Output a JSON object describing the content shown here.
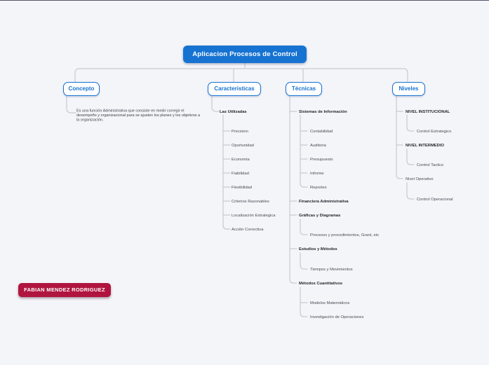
{
  "root": {
    "label": "Aplicacion Procesos de Control"
  },
  "author": {
    "label": "FABIAN MENDEZ RODRIGUEZ"
  },
  "colors": {
    "accent_blue": "#1673d2",
    "author_red": "#b0153f",
    "line_gray": "#c8c9d3",
    "background": "#f4f5f9"
  },
  "branches": [
    {
      "label": "Concepto",
      "description": "Es una función Administrativa que consiste en medir corregir el desempeño y organizacional para se ajusten los planes y los objetivos a la organización."
    },
    {
      "label": "Caracteristicas",
      "sections": [
        {
          "label": "Las Utilizadas",
          "items": [
            "Precision",
            "Oportunidad",
            "Economia",
            "Fiabilidad",
            "Flexibilidad",
            "Criterios Razonables",
            "Localización Estrategica",
            "Acción Correctiva"
          ]
        }
      ]
    },
    {
      "label": "Técnicas",
      "sections": [
        {
          "label": "Sistemas de Información",
          "items": [
            "Contabilidad",
            "Auditoria",
            "Presupuesto",
            "Informe",
            "Reportes"
          ]
        },
        {
          "label": "Financiera Administrativa",
          "items": []
        },
        {
          "label": "Gráficas y Diagramas",
          "items": [
            "Procesos y procedimientos, Grant, etc"
          ]
        },
        {
          "label": "Estudios y Métodos",
          "items": [
            "Tiempos y Movimientos"
          ]
        },
        {
          "label": "Métodos Cuantitativos",
          "items": [
            "Modelos Matemáticos",
            "Investigación de Operaciones"
          ]
        }
      ]
    },
    {
      "label": "Niveles",
      "sections": [
        {
          "label": "NIVEL INSTITUCIONAL",
          "items": [
            "Control Estrategico"
          ]
        },
        {
          "label": "NIVEL INTERMEDIO",
          "items": [
            "Control Tactico"
          ]
        },
        {
          "label": "Nivel Operativo",
          "items": [
            "Control Operacional"
          ]
        }
      ]
    }
  ]
}
